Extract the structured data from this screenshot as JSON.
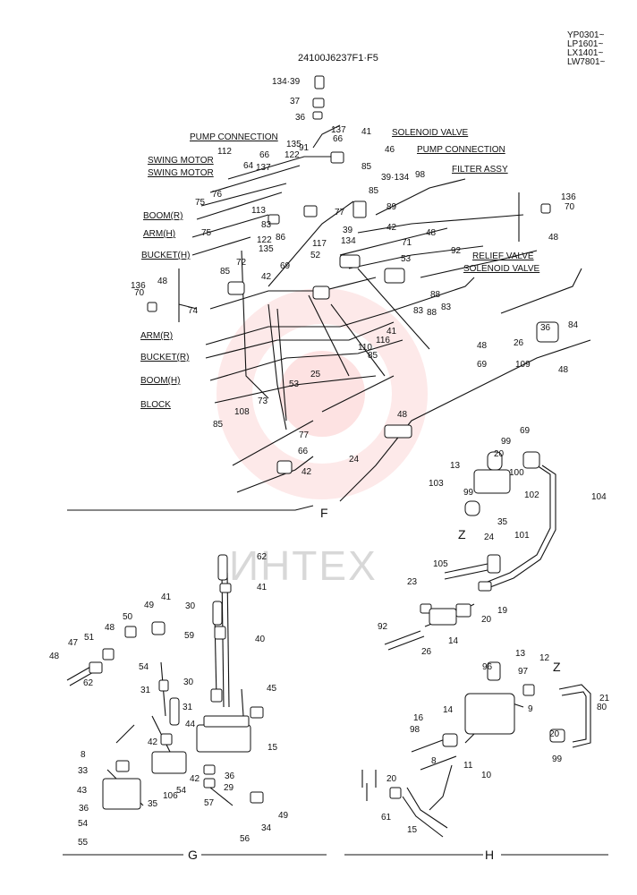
{
  "drawing_number": "24100J6237F1·F5",
  "model_codes": [
    "YP0301~",
    "LP1601~",
    "LX1401~",
    "LW7801~"
  ],
  "watermark": "ИНТЕХ",
  "section_labels": {
    "f": "F",
    "g": "G",
    "h": "H",
    "z1": "Z",
    "z2": "Z"
  },
  "callouts": [
    "PUMP CONNECTION",
    "SOLENOID VALVE",
    "PUMP CONNECTION",
    "SWING MOTOR",
    "SWING MOTOR",
    "FILTER ASSY",
    "BOOM(R)",
    "ARM(H)",
    "BUCKET(H)",
    "RELIEF VALVE",
    "SOLENOID VALVE",
    "ARM(R)",
    "BUCKET(R)",
    "BOOM(H)",
    "BLOCK"
  ],
  "part_numbers": [
    "134·39",
    "37",
    "36",
    "137",
    "66",
    "41",
    "135",
    "91",
    "122",
    "46",
    "85",
    "112",
    "64",
    "66",
    "137",
    "39·134",
    "98",
    "85",
    "89",
    "76",
    "75",
    "113",
    "83",
    "86",
    "39",
    "77",
    "42",
    "117",
    "75",
    "122",
    "135",
    "72",
    "134",
    "71",
    "92",
    "53",
    "88",
    "83",
    "88",
    "83",
    "116",
    "110",
    "41",
    "85",
    "52",
    "69",
    "42",
    "85",
    "74",
    "73",
    "108",
    "53",
    "25",
    "85",
    "136",
    "70",
    "48",
    "48",
    "136",
    "70",
    "48",
    "48",
    "69",
    "48",
    "77",
    "66",
    "42",
    "24",
    "36",
    "84",
    "26",
    "109",
    "48",
    "69",
    "99",
    "20",
    "100",
    "13",
    "102",
    "103",
    "99",
    "35",
    "101",
    "104",
    "24",
    "105",
    "23",
    "19",
    "20",
    "14",
    "92",
    "26",
    "13",
    "97",
    "12",
    "96",
    "14",
    "9",
    "16",
    "98",
    "8",
    "11",
    "10",
    "21",
    "80",
    "20",
    "99",
    "20",
    "61",
    "15",
    "62",
    "41",
    "30",
    "59",
    "40",
    "41",
    "49",
    "50",
    "48",
    "51",
    "47",
    "48",
    "62",
    "54",
    "31",
    "30",
    "45",
    "31",
    "44",
    "42",
    "15",
    "8",
    "33",
    "43",
    "42",
    "54",
    "36",
    "29",
    "106",
    "35",
    "36",
    "54",
    "55",
    "57",
    "56",
    "34",
    "49",
    "47",
    "48"
  ]
}
